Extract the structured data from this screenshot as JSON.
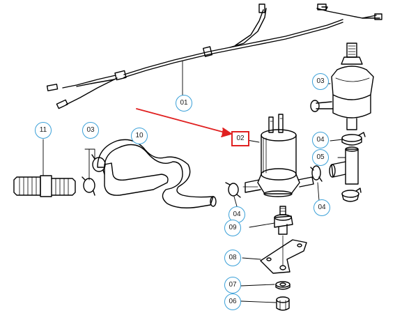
{
  "diagram": {
    "labels": {
      "l01": "01",
      "l02": "02",
      "l03a": "03",
      "l03b": "03",
      "l04a": "04",
      "l04b": "04",
      "l04c": "04",
      "l05": "05",
      "l06": "06",
      "l07": "07",
      "l08": "08",
      "l09": "09",
      "l10": "10",
      "l11": "11"
    },
    "highlight_color": "#e02020",
    "callout_color": "#3aa0d8"
  }
}
